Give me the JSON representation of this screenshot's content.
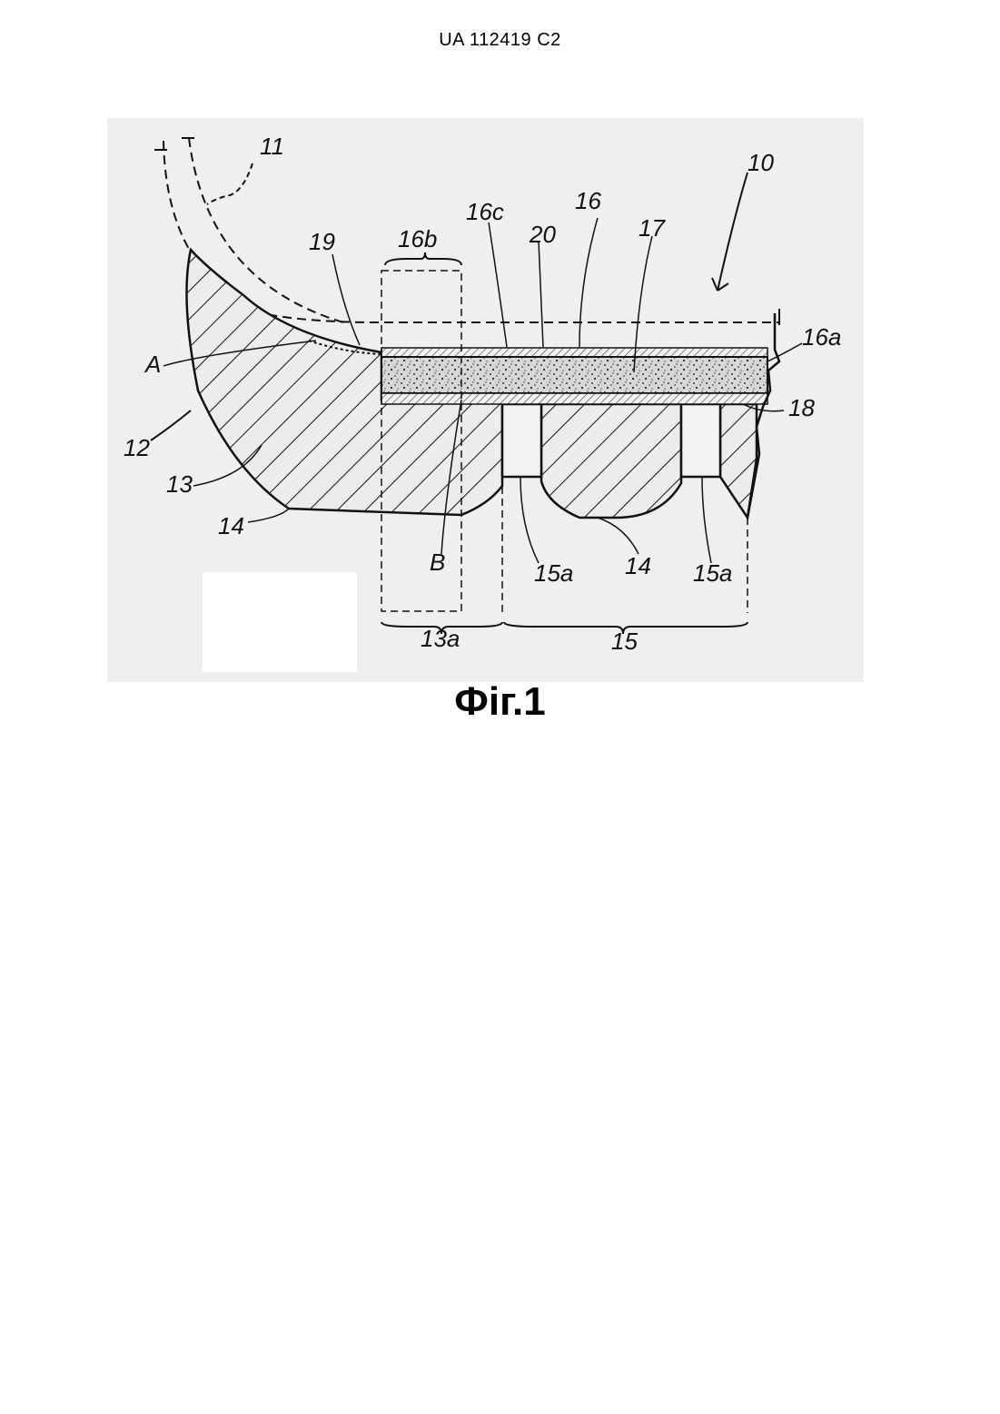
{
  "header": {
    "doc_id": "UA   112419   C2"
  },
  "figure": {
    "labels": {
      "l10": "10",
      "l11": "11",
      "l12": "12",
      "l13": "13",
      "l14a": "14",
      "l14b": "14",
      "l13a": "13a",
      "l15": "15",
      "l15a1": "15a",
      "l15a2": "15a",
      "l16": "16",
      "l16a": "16a",
      "l16b": "16b",
      "l16c": "16c",
      "l17": "17",
      "l18": "18",
      "l19": "19",
      "l20": "20",
      "lA": "A",
      "lB": "B"
    }
  },
  "caption": {
    "text": "Фіг.1"
  }
}
